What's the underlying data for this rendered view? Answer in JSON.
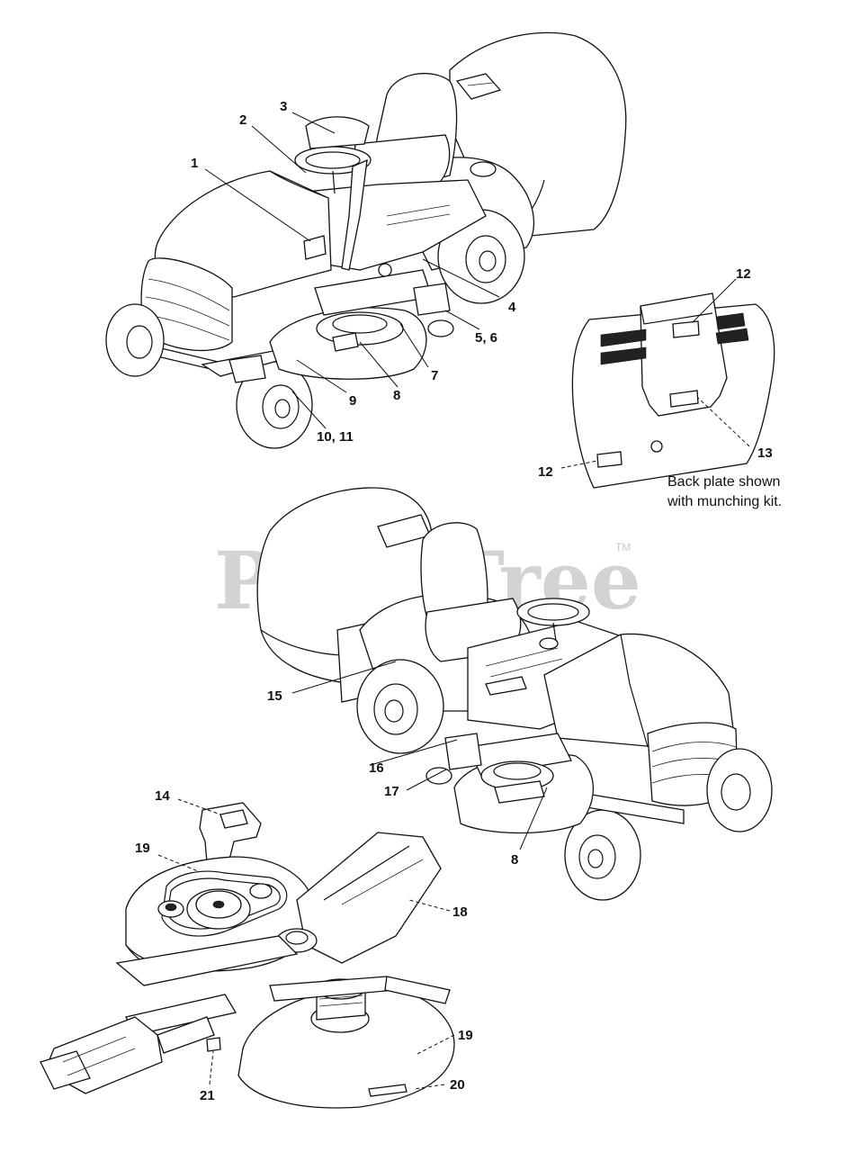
{
  "watermark": {
    "text": "PartsTree",
    "trademark": "TM"
  },
  "note": {
    "line1": "Back plate shown",
    "line2": "with munching kit."
  },
  "callouts": {
    "c1": "1",
    "c2": "2",
    "c3": "3",
    "c4": "4",
    "c5_6": "5, 6",
    "c7": "7",
    "c8_top": "8",
    "c9": "9",
    "c10_11": "10, 11",
    "c12_top": "12",
    "c12_bottom": "12",
    "c13": "13",
    "c14": "14",
    "c15": "15",
    "c16": "16",
    "c17": "17",
    "c8_mid": "8",
    "c18": "18",
    "c19_top": "19",
    "c19_bottom": "19",
    "c20": "20",
    "c21": "21"
  }
}
